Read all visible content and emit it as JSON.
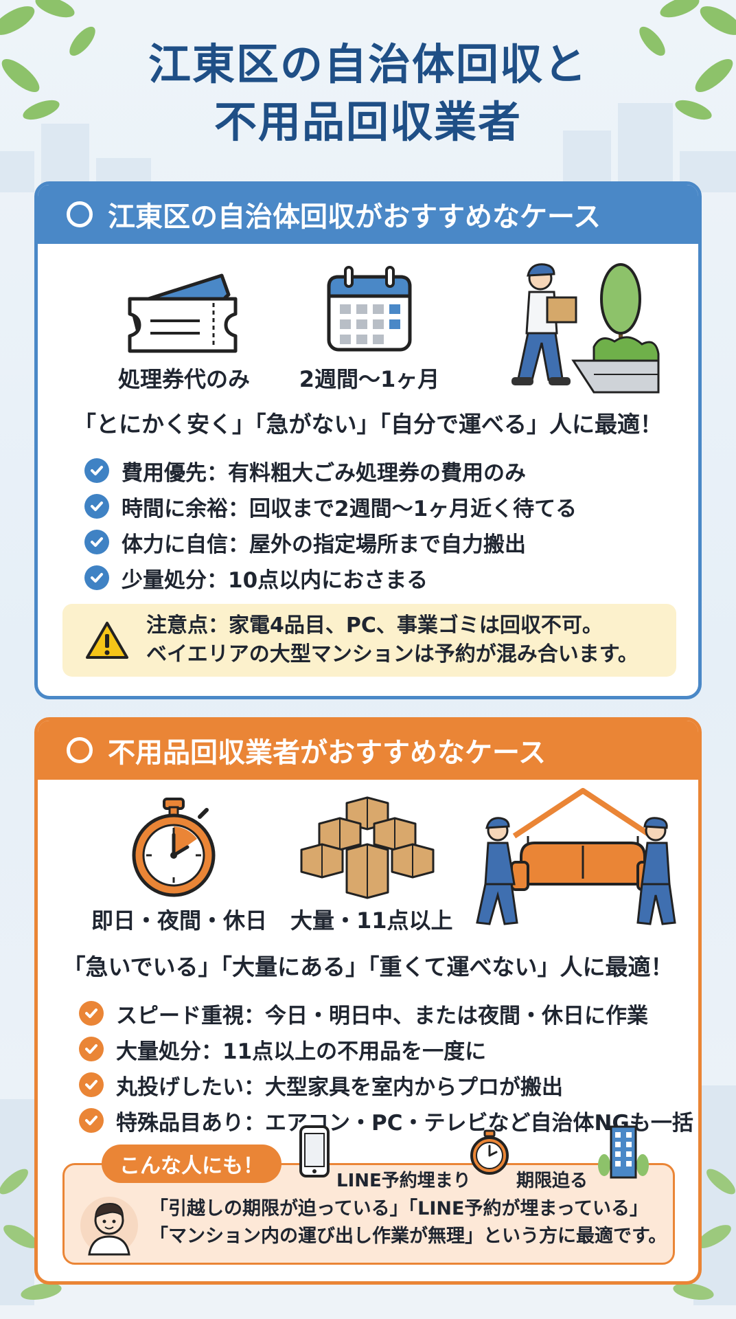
{
  "title": {
    "line1": "江東区の自治体回収と",
    "line2": "不用品回収業者"
  },
  "municipal": {
    "header": "江東区の自治体回収がおすすめなケース",
    "icons": [
      {
        "name": "ticket-icon",
        "label": "処理券代のみ"
      },
      {
        "name": "calendar-icon",
        "label": "2週間〜1ヶ月"
      },
      {
        "name": "person-carrying-box-icon",
        "label": ""
      }
    ],
    "headline": "「とにかく安く」「急がない」「自分で運べる」人に最適！",
    "checks": [
      "費用優先：有料粗大ごみ処理券の費用のみ",
      "時間に余裕：回収まで2週間〜1ヶ月近く待てる",
      "体力に自信：屋外の指定場所まで自力搬出",
      "少量処分：10点以内におさまる"
    ],
    "note": {
      "line1": "注意点：家電4品目、PC、事業ゴミは回収不可。",
      "line2": "ベイエリアの大型マンションは予約が混み合います。"
    },
    "accent": "#4a88c7"
  },
  "business": {
    "header": "不用品回収業者がおすすめなケース",
    "icons": [
      {
        "name": "stopwatch-icon",
        "label": "即日・夜間・休日"
      },
      {
        "name": "boxes-icon",
        "label": "大量・11点以上"
      },
      {
        "name": "movers-sofa-icon",
        "label": ""
      }
    ],
    "headline": "「急いでいる」「大量にある」「重くて運べない」人に最適！",
    "checks": [
      "スピード重視：今日・明日中、または夜間・休日に作業",
      "大量処分：11点以上の不用品を一度に",
      "丸投げしたい：大型家具を室内からプロが搬出",
      "特殊品目あり：エアコン・PC・テレビなど自治体NGも一括"
    ],
    "extra": {
      "badge": "こんな人にも！",
      "tag1": "LINE予約埋まり",
      "tag2": "期限迫る",
      "line1": "「引越しの期限が迫っている」「LINE予約が埋まっている」",
      "line2": "「マンション内の運び出し作業が無理」という方に最適です。"
    },
    "accent": "#ea8536"
  }
}
